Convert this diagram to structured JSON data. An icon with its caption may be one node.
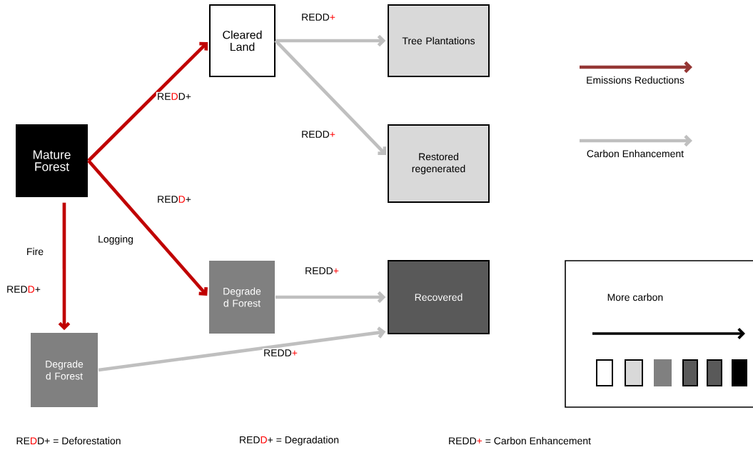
{
  "diagram": {
    "nodes": [
      {
        "text": [
          "Mature Forest"
        ]
      },
      {
        "text": [
          "Cleared Land"
        ]
      },
      {
        "text": [
          "Tree Plantations"
        ]
      },
      {
        "text": [
          "Restored regenerated"
        ]
      },
      {
        "text": [
          "Degrade d Forest"
        ]
      },
      {
        "text": [
          "Recovered"
        ]
      },
      {
        "text": [
          "Degrade d Forest"
        ]
      },
      {
        "text": [
          "More carbon"
        ]
      }
    ],
    "edges": [
      {
        "from": 0,
        "to": 1,
        "arrow": "to",
        "label": "RE**D**D+",
        "color": "#c00000"
      },
      {
        "from": 0,
        "to": 4,
        "arrow": "to",
        "label": "RED**D**+",
        "color": "#c00000"
      },
      {
        "from": 0,
        "to": 6,
        "arrow": "to",
        "label": "RED**D**+",
        "color": "#c00000"
      },
      {
        "from": 1,
        "to": 2,
        "arrow": "to",
        "label": "REDD**+**",
        "color": "#bfbfbf"
      },
      {
        "from": 1,
        "to": 3,
        "arrow": "to",
        "label": "REDD**+**",
        "color": "#bfbfbf"
      },
      {
        "from": 4,
        "to": 5,
        "arrow": "to",
        "label": "REDD**+**",
        "color": "#bfbfbf"
      },
      {
        "from": 6,
        "to": 5,
        "arrow": "to",
        "label": "REDD**+**",
        "color": "#bfbfbf"
      }
    ],
    "labels": [
      "Fire",
      "Logging",
      "RE**D**D+ = Deforestation",
      "RED**D**+ = Degradation",
      "REDD**+** = Carbon Enhancement"
    ],
    "legend": [
      {
        "text": "Emissions Reductions"
      },
      {
        "text": "Carbon Enhancement"
      }
    ]
  }
}
